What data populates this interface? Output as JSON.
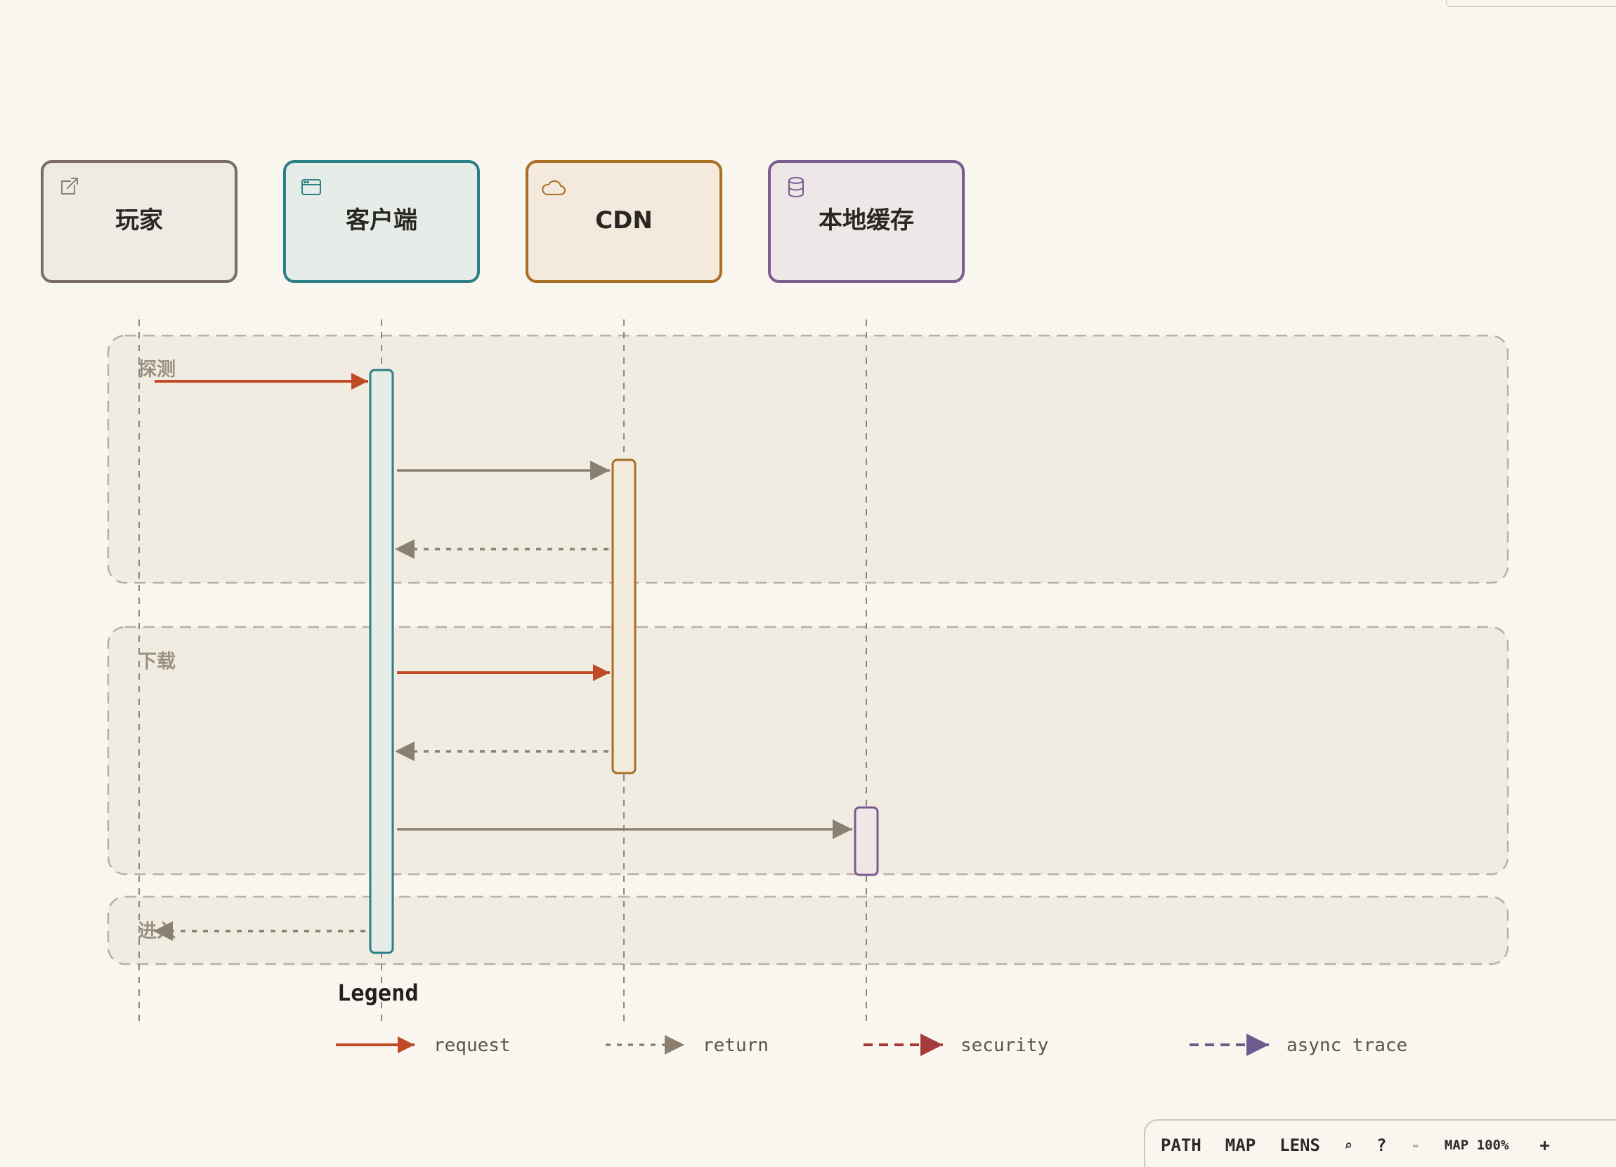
{
  "actors": [
    {
      "label": "玩家",
      "icon": "external-link-icon",
      "border": "#7a6e64",
      "fill": "#efebe4"
    },
    {
      "label": "客户端",
      "icon": "browser-window-icon",
      "border": "#2b7f86",
      "fill": "#e6ede8"
    },
    {
      "label": "CDN",
      "icon": "cloud-icon",
      "border": "#a86f25",
      "fill": "#f3e9dc"
    },
    {
      "label": "本地缓存",
      "icon": "database-icon",
      "border": "#7a5c8f",
      "fill": "#eee7e7"
    }
  ],
  "frames": [
    {
      "label": "探测"
    },
    {
      "label": "下载"
    },
    {
      "label": "进入"
    }
  ],
  "messages": [
    {
      "from": "玩家",
      "to": "客户端",
      "kind": "request"
    },
    {
      "from": "客户端",
      "to": "CDN",
      "kind": "plain"
    },
    {
      "from": "CDN",
      "to": "客户端",
      "kind": "return"
    },
    {
      "from": "客户端",
      "to": "CDN",
      "kind": "request"
    },
    {
      "from": "CDN",
      "to": "客户端",
      "kind": "return"
    },
    {
      "from": "客户端",
      "to": "本地缓存",
      "kind": "plain"
    },
    {
      "from": "客户端",
      "to": "玩家",
      "kind": "return"
    }
  ],
  "legend": {
    "title": "Legend",
    "items": [
      {
        "label": "request",
        "kind": "request"
      },
      {
        "label": "return",
        "kind": "return"
      },
      {
        "label": "security",
        "kind": "security"
      },
      {
        "label": "async trace",
        "kind": "async"
      }
    ]
  },
  "colors": {
    "request": "#c04a25",
    "return": "#8a8071",
    "plain": "#8a8071",
    "security": "#a53a3a",
    "async": "#6e5a8f",
    "frame_fill": "#f1ece1",
    "frame_border": "#b9afa2",
    "lifeline": "#8f877b"
  },
  "toolbar": {
    "path": "PATH",
    "map": "MAP",
    "lens": "LENS",
    "search": "⌕",
    "help": "?",
    "zoom_out": "-",
    "zoom": "MAP 100%",
    "zoom_in": "+"
  }
}
